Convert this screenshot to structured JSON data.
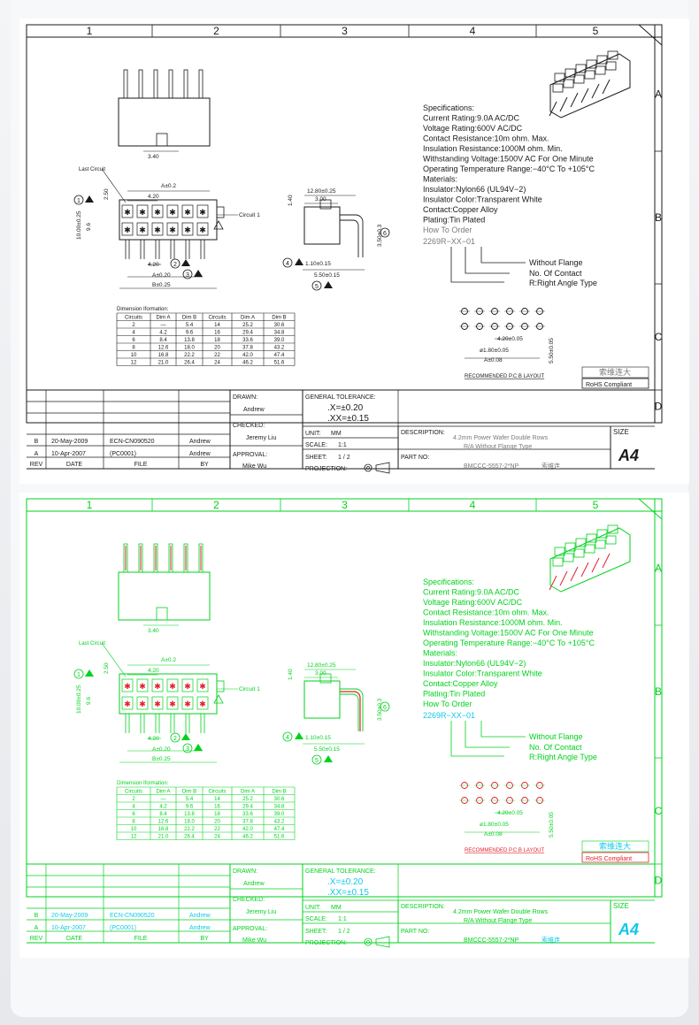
{
  "colors": {
    "black_line": "#1a1a1a",
    "green_line": "#00d21c",
    "cyan_text": "#12c8e8",
    "red_accent": "#e0202a",
    "gray_text": "#7a7a7a"
  },
  "zones": {
    "cols": [
      "1",
      "2",
      "3",
      "4",
      "5"
    ],
    "rows": [
      "A",
      "B",
      "C",
      "D"
    ]
  },
  "labels": {
    "last_circuit": "Last Circuit",
    "circuit1": "Circuit 1",
    "dim_340": "3.40",
    "dim_a02": "A±0.2",
    "dim_420": "4.20",
    "dim_250": "2.50",
    "dim_1000": "10.00±0.25",
    "dim_96": "9.6",
    "dim_420_2": "4.20",
    "dim_a020": "A±0.20",
    "dim_b025": "B±0.25",
    "dim_1280": "12.80±0.25",
    "dim_300": "3.00",
    "dim_140": "1.40",
    "dim_350": "3.50±0.3",
    "dim_110": "1.10±0.15",
    "dim_550": "5.50±0.15",
    "n1": "1",
    "n2": "2",
    "n3": "3",
    "n4": "4",
    "n5": "5",
    "n6": "6"
  },
  "specs": {
    "lines": [
      "Specifications:",
      "Current Rating:9.0A AC/DC",
      "Voltage Rating:600V AC/DC",
      "Contact Resistance:10m ohm. Max.",
      "Insulation Resistance:1000M ohm. Min.",
      "Withstanding Voltage:1500V AC For One Minute",
      "Operating Temperature Range:−40°C To +105°C",
      "Materials:",
      "Insulator:Nylon66 (UL94V−2)",
      "Insulator Color:Transparent White",
      "Contact:Copper Alloy",
      "Plating:Tin Plated",
      "How To Order"
    ],
    "order_code": "2269R−XX−01",
    "legend": [
      "Without Flange",
      "No. Of Contact",
      "R:Right Angle Type"
    ]
  },
  "dimension_table": {
    "title": "Dimension Iformation:",
    "headers": [
      "Circuits",
      "Dim A",
      "Dim B",
      "Circuits",
      "Dim A",
      "Dim B"
    ],
    "rows": [
      [
        "2",
        "—",
        "5.4",
        "14",
        "25.2",
        "30.6"
      ],
      [
        "4",
        "4.2",
        "9.6",
        "16",
        "29.4",
        "34.8"
      ],
      [
        "6",
        "8.4",
        "13.8",
        "18",
        "33.6",
        "39.0"
      ],
      [
        "8",
        "12.6",
        "18.0",
        "20",
        "37.8",
        "43.2"
      ],
      [
        "10",
        "16.8",
        "22.2",
        "22",
        "42.0",
        "47.4"
      ],
      [
        "12",
        "21.0",
        "26.4",
        "24",
        "46.2",
        "51.6"
      ]
    ]
  },
  "pcb": {
    "dim_420": "4.20±0.05",
    "dim_180": "ø1.80±0.05",
    "dim_a008": "A±0.08",
    "dim_550": "5.50±0.05",
    "title": "RECOMMENDED P.C.B LAYOUT"
  },
  "stamp": "索维连大",
  "rohs": "RoHS Compliant",
  "title_block": {
    "drawn_label": "DRAWN:",
    "drawn_by": "Andrew",
    "checked_label": "CHECKED:",
    "checked_by": "Jeremy Liu",
    "approval_label": "APPROVAL:",
    "approval_by": "Mike Wu",
    "tol_label": "GENERAL TOLERANCE:",
    "tol1": ".X=±0.20",
    "tol2": ".XX=±0.15",
    "unit_label": "UNIT:",
    "unit": "MM",
    "scale_label": "SCALE:",
    "scale": "1:1",
    "sheet_label": "SHEET:",
    "sheet": "1 / 2",
    "projection_label": "PROJECTION:",
    "desc_label": "DESCRIPTION:",
    "desc1": "4.2mm Power Wafer Double Rows",
    "desc2": "R/A Without Flange Type",
    "part_label": "PART NO:",
    "part_no": "BMCCC-5557-2*NP",
    "part_cn": "索维连",
    "size_label": "SIZE",
    "size": "A4"
  },
  "revisions": {
    "headers": [
      "REV",
      "DATE",
      "FILE",
      "BY"
    ],
    "rows": [
      [
        "B",
        "20-May-2009",
        "ECN-CN090520",
        "Andrew"
      ],
      [
        "A",
        "10-Apr-2007",
        "(PC0001)",
        "Andrew"
      ]
    ]
  }
}
